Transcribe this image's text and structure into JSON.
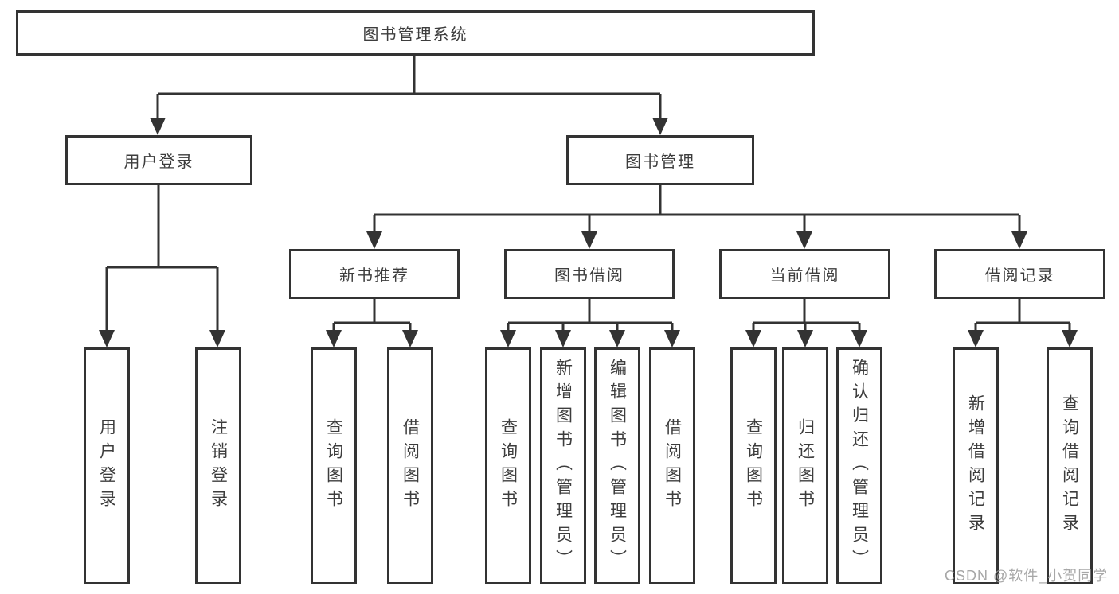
{
  "diagram": {
    "root": {
      "label": "图书管理系统"
    },
    "branches": {
      "user_login": {
        "label": "用户登录",
        "children": {
          "login": "用户登录",
          "logout": "注销登录"
        }
      },
      "book_management": {
        "label": "图书管理",
        "sections": {
          "new_book_recommend": {
            "label": "新书推荐",
            "children": {
              "query_books": "查询图书",
              "borrow_books": "借阅图书"
            }
          },
          "book_borrow": {
            "label": "图书借阅",
            "children": {
              "query_books": "查询图书",
              "add_books": "新增图书（管理员）",
              "edit_books": "编辑图书（管理员）",
              "borrow_books": "借阅图书"
            }
          },
          "current_borrow": {
            "label": "当前借阅",
            "children": {
              "query_books": "查询图书",
              "return_books": "归还图书",
              "confirm_return": "确认归还（管理员）"
            }
          },
          "borrow_records": {
            "label": "借阅记录",
            "children": {
              "add_record": "新增借阅记录",
              "query_record": "查询借阅记录"
            }
          }
        }
      }
    }
  },
  "watermark": "CSDN @软件_小贺同学",
  "colors": {
    "line": "#333333",
    "box_border": "#333333",
    "text": "#3d3d3d",
    "watermark": "#9b9b9b",
    "background": "#ffffff"
  }
}
